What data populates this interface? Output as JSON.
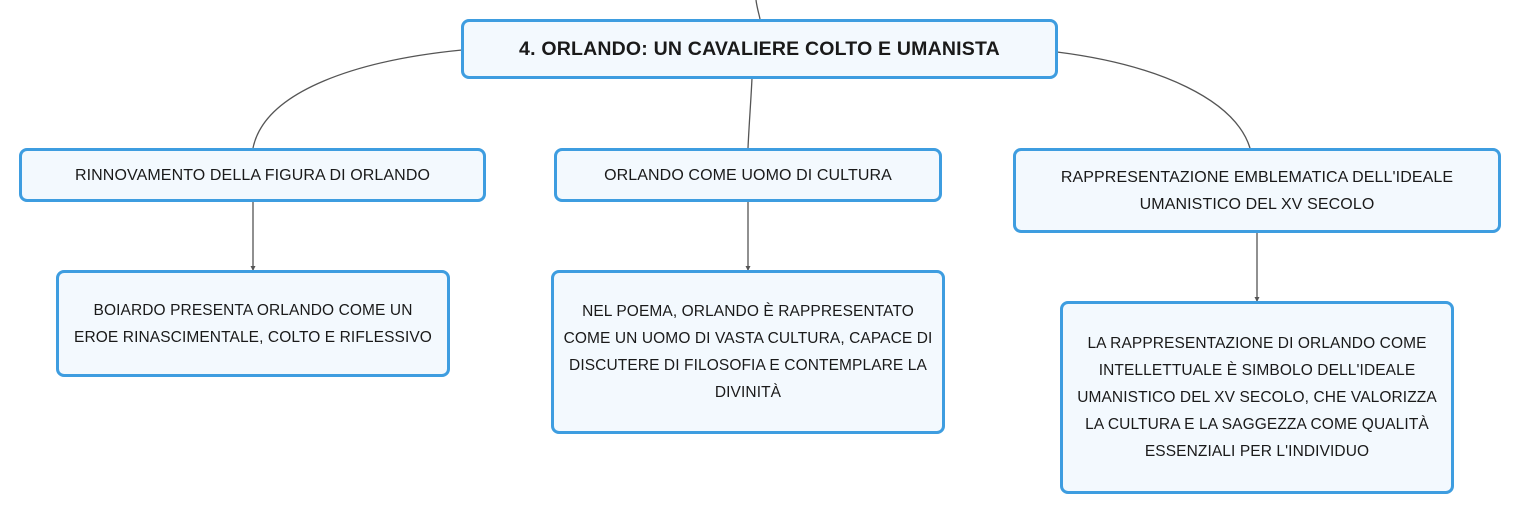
{
  "colors": {
    "node_border": "#3e9de0",
    "node_fill": "#f3f9fe",
    "connector": "#555555",
    "text": "#1a1a1a"
  },
  "root": {
    "label": "4. ORLANDO: UN CAVALIERE COLTO E UMANISTA"
  },
  "branches": [
    {
      "label": "RINNOVAMENTO DELLA FIGURA DI ORLANDO",
      "detail": "BOIARDO PRESENTA ORLANDO COME UN EROE RINASCIMENTALE, COLTO E RIFLESSIVO"
    },
    {
      "label": "ORLANDO COME UOMO DI CULTURA",
      "detail": "NEL POEMA, ORLANDO È RAPPRESENTATO COME UN UOMO DI VASTA CULTURA, CAPACE DI DISCUTERE DI FILOSOFIA E CONTEMPLARE LA DIVINITÀ"
    },
    {
      "label": "RAPPRESENTAZIONE EMBLEMATICA DELL'IDEALE UMANISTICO DEL XV SECOLO",
      "detail": "LA RAPPRESENTAZIONE DI ORLANDO COME INTELLETTUALE È SIMBOLO DELL'IDEALE UMANISTICO DEL XV SECOLO, CHE VALORIZZA LA CULTURA E LA SAGGEZZA COME QUALITÀ ESSENZIALI PER L'INDIVIDUO"
    }
  ]
}
